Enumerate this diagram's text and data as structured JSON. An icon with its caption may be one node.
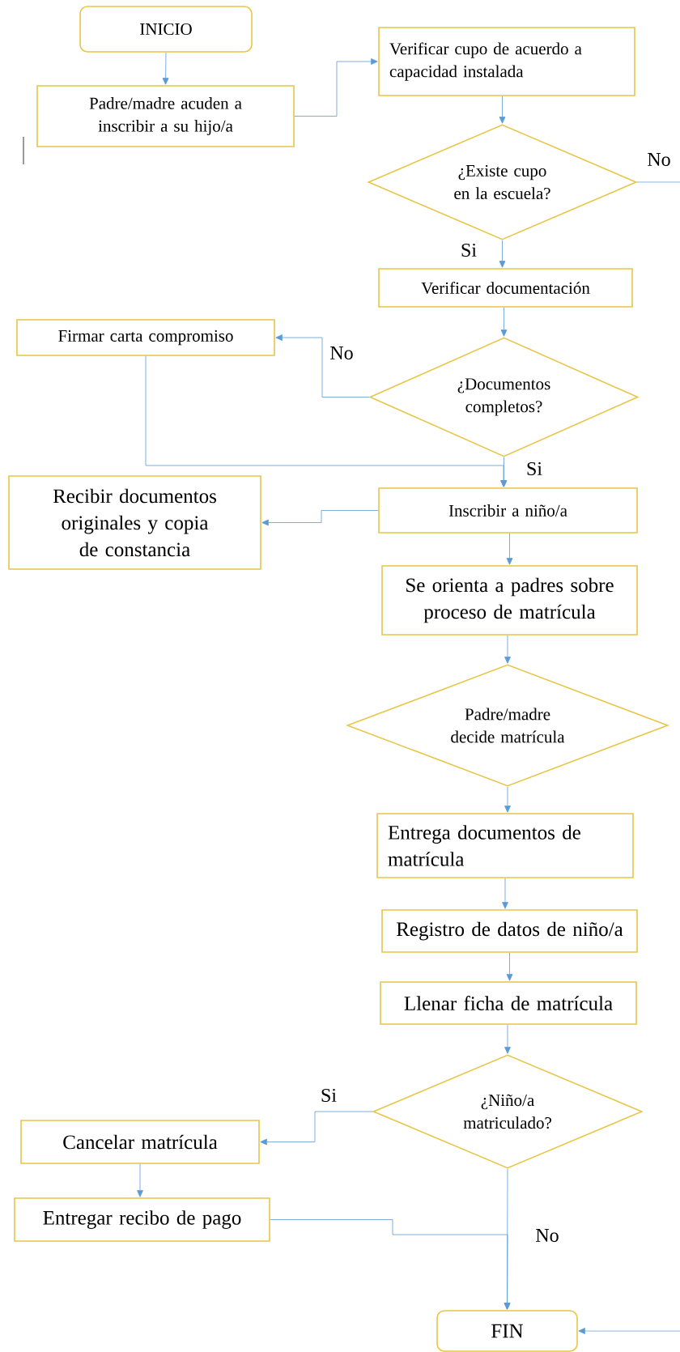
{
  "diagram": {
    "nodes": [
      {
        "text": [
          "INICIO"
        ]
      },
      {
        "text": [
          "Padre/madre acuden a inscribir a su hijo/a"
        ]
      },
      {
        "text": [
          "Verificar cupo de acuerdo a capacidad instalada"
        ]
      },
      {
        "text": [
          "¿Existe cupo en la escuela?"
        ]
      },
      {
        "text": [
          "Verificar documentación"
        ]
      },
      {
        "text": [
          "Firmar carta compromiso"
        ]
      },
      {
        "text": [
          "¿Documentos completos?"
        ]
      },
      {
        "text": [
          "Recibir documentos originales y copia de constancia"
        ]
      },
      {
        "text": [
          "Inscribir a niño/a"
        ]
      },
      {
        "text": [
          "Se orienta a padres sobre proceso de matrícula"
        ]
      },
      {
        "text": [
          "Padre/madre decide matrícula"
        ]
      },
      {
        "text": [
          "Entrega documentos de matrícula"
        ]
      },
      {
        "text": [
          "Registro de datos de niño/a"
        ]
      },
      {
        "text": [
          "Llenar ficha de matrícula"
        ]
      },
      {
        "text": [
          "¿Niño/a matriculado?"
        ]
      },
      {
        "text": [
          "Cancelar matrícula"
        ]
      },
      {
        "text": [
          "Entregar recibo de pago"
        ]
      },
      {
        "text": [
          "FIN"
        ]
      }
    ],
    "edges": [
      {
        "from": 0,
        "to": 1,
        "arrow": "to"
      },
      {
        "from": 1,
        "to": 2,
        "arrow": "to"
      },
      {
        "from": 2,
        "to": 3,
        "arrow": "to"
      },
      {
        "from": 3,
        "to": null,
        "arrow": "none",
        "label": "No"
      },
      {
        "from": 3,
        "to": 4,
        "arrow": "to",
        "label": "Si"
      },
      {
        "from": 4,
        "to": 6,
        "arrow": "to"
      },
      {
        "from": 6,
        "to": 5,
        "arrow": "to",
        "label": "No"
      },
      {
        "from": 5,
        "to": 8,
        "arrow": "to"
      },
      {
        "from": 6,
        "to": 8,
        "arrow": "to",
        "label": "Si"
      },
      {
        "from": 8,
        "to": 7,
        "arrow": "to"
      },
      {
        "from": 8,
        "to": 9,
        "arrow": "to"
      },
      {
        "from": 9,
        "to": 10,
        "arrow": "to"
      },
      {
        "from": 10,
        "to": 11,
        "arrow": "to"
      },
      {
        "from": 11,
        "to": 12,
        "arrow": "to"
      },
      {
        "from": 12,
        "to": 13,
        "arrow": "to"
      },
      {
        "from": 13,
        "to": 14,
        "arrow": "to"
      },
      {
        "from": 14,
        "to": 15,
        "arrow": "to",
        "label": "Si"
      },
      {
        "from": 15,
        "to": 16,
        "arrow": "to"
      },
      {
        "from": 16,
        "to": 17,
        "arrow": "to"
      },
      {
        "from": 14,
        "to": 17,
        "arrow": "to",
        "label": "No"
      },
      {
        "from": null,
        "to": 17,
        "arrow": "to"
      }
    ]
  }
}
